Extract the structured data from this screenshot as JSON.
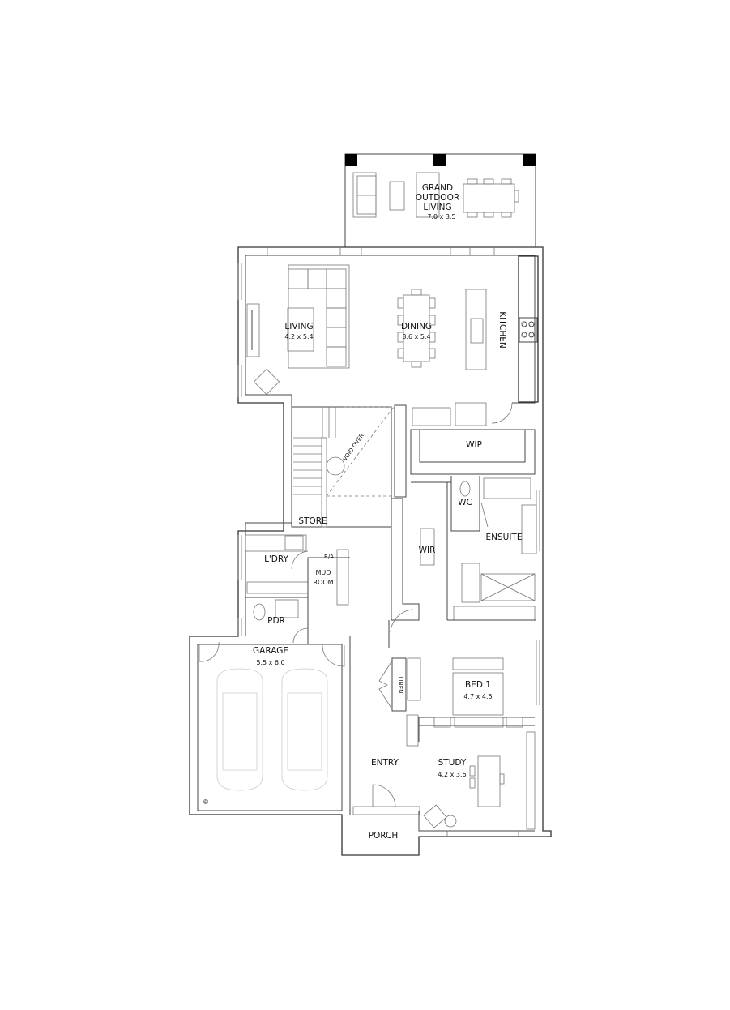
{
  "rooms": {
    "outdoor": {
      "name_line1": "GRAND",
      "name_line2": "OUTDOOR",
      "name_line3": "LIVING",
      "size": "7.0 x 3.5"
    },
    "living": {
      "name": "LIVING",
      "size": "4.2 x 5.4"
    },
    "dining": {
      "name": "DINING",
      "size": "3.6 x 5.4"
    },
    "kitchen": {
      "name": "KITCHEN"
    },
    "void": {
      "name": "VOID OVER"
    },
    "wip": {
      "name": "WIP"
    },
    "store": {
      "name": "STORE"
    },
    "wc": {
      "name": "WC"
    },
    "ensuite": {
      "name": "ENSUITE"
    },
    "wir": {
      "name": "WIR"
    },
    "laundry": {
      "name": "L'DRY"
    },
    "ra": {
      "name": "R/A"
    },
    "mudroom": {
      "name_line1": "MUD",
      "name_line2": "ROOM"
    },
    "pdr": {
      "name": "PDR"
    },
    "garage": {
      "name": "GARAGE",
      "size": "5.5 x 6.0"
    },
    "linen": {
      "name": "LINEN"
    },
    "bed1": {
      "name": "BED 1",
      "size": "4.7 x 4.5"
    },
    "entry": {
      "name": "ENTRY"
    },
    "study": {
      "name": "STUDY",
      "size": "4.2 x 3.6"
    },
    "porch": {
      "name": "PORCH"
    }
  },
  "copyright_symbol": "©",
  "colors": {
    "walls": "#444444",
    "posts": "#000000",
    "background": "#ffffff"
  }
}
